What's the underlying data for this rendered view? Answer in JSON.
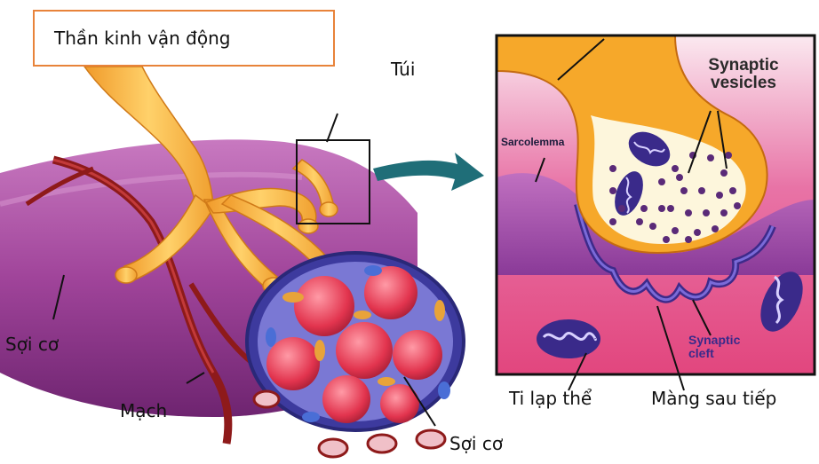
{
  "labels": {
    "motor_nerve": "Thần kinh vận động",
    "vesicle": "Túi",
    "muscle_fiber_left": "Sợi cơ",
    "vessel": "Mạch",
    "muscle_fiber_bottom": "Sợi cơ",
    "mitochondria": "Ti lạp thể",
    "postsynaptic_membrane": "Màng sau tiếp"
  },
  "inset": {
    "synaptic_vesicles": "Synaptic vesicles",
    "synaptic_vesicles_line1": "Synaptic",
    "synaptic_vesicles_line2": "vesicles",
    "sarcolemma": "Sarcolemma",
    "synaptic_cleft_line1": "Synaptic",
    "synaptic_cleft_line2": "cleft"
  },
  "colors": {
    "title_border": "#e8833a",
    "nerve": "#f5b33a",
    "muscle": "#a8489a",
    "vessel": "#8e1a1a",
    "arrow": "#1f6e78",
    "cleft": "#5a2a78"
  }
}
